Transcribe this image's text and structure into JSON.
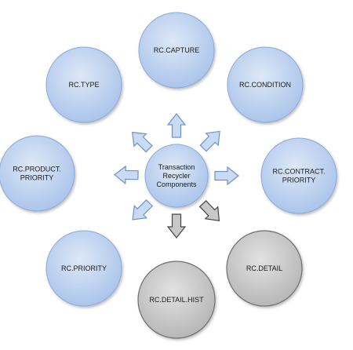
{
  "diagram": {
    "center": {
      "lines": [
        "Transaction",
        "Recycler",
        "Components"
      ],
      "style": "blue"
    },
    "nodes": [
      {
        "id": "rc-capture",
        "lines": [
          "RC.CAPTURE"
        ],
        "style": "blue"
      },
      {
        "id": "rc-condition",
        "lines": [
          "RC.CONDITION"
        ],
        "style": "blue"
      },
      {
        "id": "rc-contract-priority",
        "lines": [
          "RC.CONTRACT.",
          "PRIORITY"
        ],
        "style": "blue"
      },
      {
        "id": "rc-detail",
        "lines": [
          "RC.DETAIL"
        ],
        "style": "gray"
      },
      {
        "id": "rc-detail-hist",
        "lines": [
          "RC.DETAIL.HIST"
        ],
        "style": "gray"
      },
      {
        "id": "rc-priority",
        "lines": [
          "RC.PRIORITY"
        ],
        "style": "blue"
      },
      {
        "id": "rc-product-priority",
        "lines": [
          "RC.PRODUCT.",
          "PRIORITY"
        ],
        "style": "blue"
      },
      {
        "id": "rc-type",
        "lines": [
          "RC.TYPE"
        ],
        "style": "blue"
      }
    ],
    "colors": {
      "blue_fill_light": "#dde8f7",
      "blue_fill_dark": "#a9c3ea",
      "blue_stroke": "#8aa9d6",
      "gray_fill_light": "#e2e2e2",
      "gray_fill_dark": "#b5b5b5",
      "gray_stroke": "#6e6e6e",
      "arrow_blue_fill": "#c9daf3",
      "arrow_blue_stroke": "#6f93c8",
      "arrow_gray_fill": "#c8c8c8",
      "arrow_gray_stroke": "#444444"
    }
  }
}
